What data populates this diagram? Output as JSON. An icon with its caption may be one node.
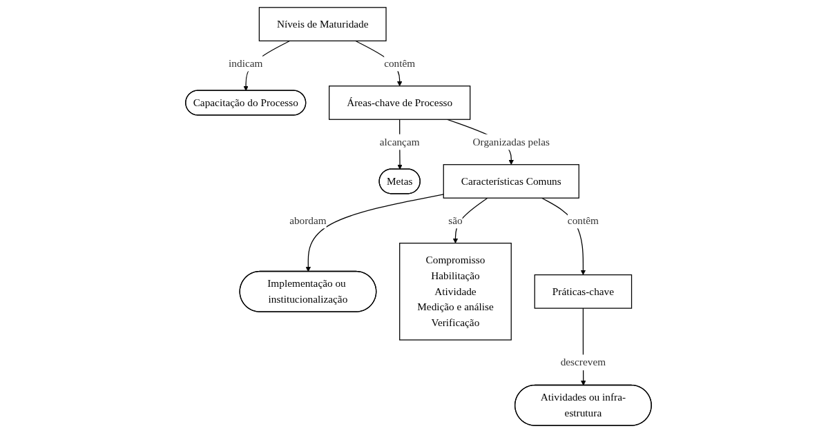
{
  "diagram": {
    "nodes": [
      {
        "text": [
          "Capacitação do Processo"
        ]
      },
      {
        "text": [
          "Níveis de Maturidade"
        ]
      },
      {
        "text": [
          "Metas"
        ]
      },
      {
        "text": [
          "Áreas-chave de Processo"
        ]
      },
      {
        "text": [
          "Implementação ou institucionalização"
        ]
      },
      {
        "text": [
          "Características Comuns"
        ]
      },
      {
        "text": [
          "Compromisso",
          "Habilitação",
          "Atividade",
          "Medição e análise",
          "Verificação"
        ]
      },
      {
        "text": [
          "Atividades ou infra-estrutura"
        ]
      },
      {
        "text": [
          "Práticas-chave"
        ]
      }
    ],
    "edges": [
      {
        "from": 1,
        "to": 0,
        "arrow": "to",
        "label": "indicam"
      },
      {
        "from": 1,
        "to": 3,
        "arrow": "to",
        "label": "contêm"
      },
      {
        "from": 3,
        "to": 2,
        "arrow": "to",
        "label": "alcançam"
      },
      {
        "from": 3,
        "to": 5,
        "arrow": "to",
        "label": "Organizadas pelas"
      },
      {
        "from": 5,
        "to": 4,
        "arrow": "to",
        "label": "abordam"
      },
      {
        "from": 5,
        "to": 6,
        "arrow": "to",
        "label": "são"
      },
      {
        "from": 5,
        "to": 8,
        "arrow": "to",
        "label": "contêm"
      },
      {
        "from": 8,
        "to": 7,
        "arrow": "to",
        "label": "descrevem"
      }
    ]
  }
}
